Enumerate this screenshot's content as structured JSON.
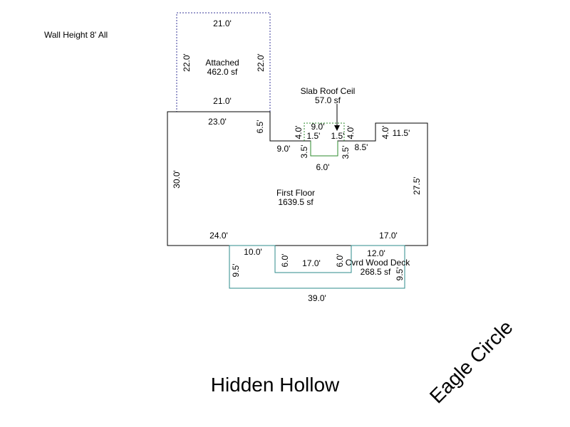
{
  "note": "Wall Height 8' All",
  "street_name": "Hidden Hollow",
  "cross_street": "Eagle Circle",
  "colors": {
    "house_outline": "#000000",
    "garage_outline": "#3a3a9a",
    "deck_outline": "#2e8b8b",
    "slab_outline": "#2e8b2e",
    "text": "#000000"
  },
  "areas": {
    "garage": {
      "name": "Attached",
      "area": "462.0 sf"
    },
    "house": {
      "name": "First Floor",
      "area": "1639.5 sf"
    },
    "deck": {
      "name": "Cvrd Wood Deck",
      "area": "268.5 sf"
    },
    "slab": {
      "name": "Slab Roof Ceil",
      "area": "57.0 sf"
    }
  },
  "dims": {
    "garage_top": "21.0'",
    "garage_bottom": "21.0'",
    "garage_left": "22.0'",
    "garage_right": "22.0'",
    "house_top_left": "23.0'",
    "house_notch_drop": "6.5'",
    "house_notch_ledge": "9.0'",
    "slab_width": "9.0'",
    "slab_left_rise": "4.0'",
    "slab_left_step": "1.5'",
    "slab_right_step": "1.5'",
    "slab_right_rise": "4.0'",
    "bay_left_depth": "3.5'",
    "bay_right_depth": "3.5'",
    "bay_width": "6.0'",
    "right_ledge": "8.5'",
    "right_rise": "4.0'",
    "right_top": "11.5'",
    "house_right": "27.5'",
    "house_left": "30.0'",
    "house_bottom_left": "24.0'",
    "house_bottom_right": "17.0'",
    "deck_left_top": "10.0'",
    "deck_left_depth": "9.5'",
    "deck_notch_left": "6.0'",
    "deck_notch_width": "17.0'",
    "deck_notch_right": "6.0'",
    "deck_right_top": "12.0'",
    "deck_right_depth": "9.5'",
    "deck_bottom": "39.0'"
  }
}
